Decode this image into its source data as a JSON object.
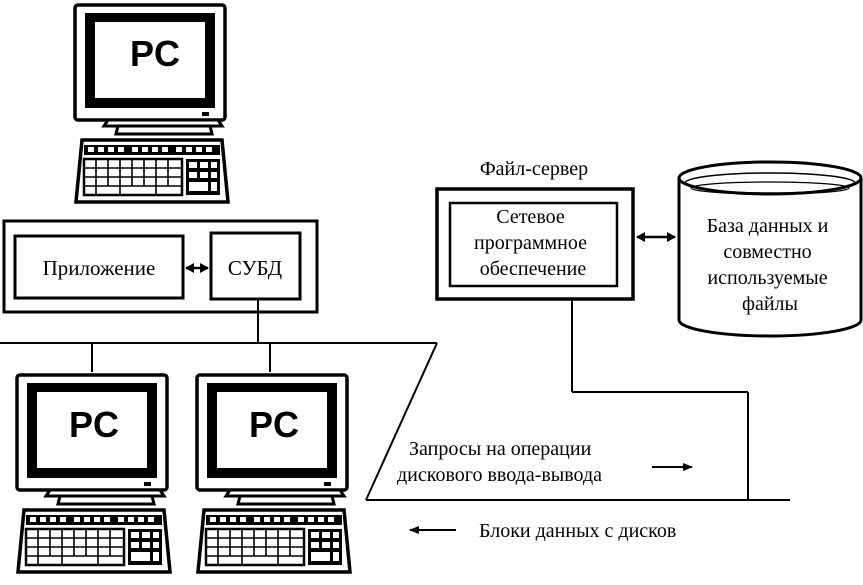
{
  "pc_label": "PC",
  "client": {
    "application_label": "Приложение",
    "dbms_label": "СУБД"
  },
  "server": {
    "title": "Файл-сервер",
    "software_lines": [
      "Сетевое",
      "программное",
      "обеспечение"
    ]
  },
  "database": {
    "lines": [
      "База данных и",
      "совместно",
      "используемые",
      "файлы"
    ]
  },
  "requests": {
    "lines": [
      "Запросы на операции",
      "дискового ввода-вывода"
    ]
  },
  "blocks_label": "Блоки данных с дисков"
}
